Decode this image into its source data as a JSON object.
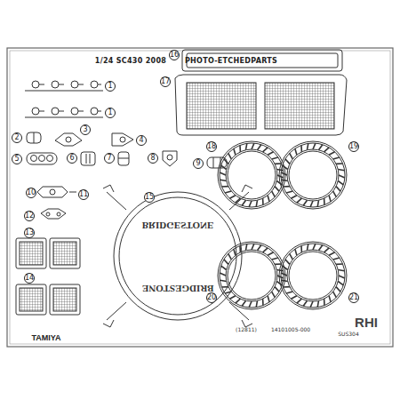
{
  "diagram": {
    "labels": [
      "1/24 SC430 2008",
      "PHOTO-ETCHEDPARTS",
      "16",
      "1",
      "1",
      "17",
      "2",
      "3",
      "4",
      "5",
      "6",
      "7",
      "8",
      "9",
      "18",
      "19",
      "10",
      "11",
      "15",
      "12",
      "13",
      "BRIDGESTONE",
      "BRIDGESTONE",
      "20",
      "21",
      "14",
      "RHI",
      "TAMIYA",
      "(12811)",
      "14101005-000",
      "SUS304"
    ]
  }
}
